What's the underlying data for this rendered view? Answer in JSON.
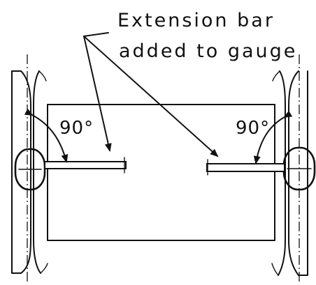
{
  "callout": {
    "line1": "Extension bar",
    "line2": "added to gauge"
  },
  "angles": {
    "left": "90°",
    "right": "90°"
  },
  "colors": {
    "ink": "#111111",
    "paper": "#ffffff"
  }
}
